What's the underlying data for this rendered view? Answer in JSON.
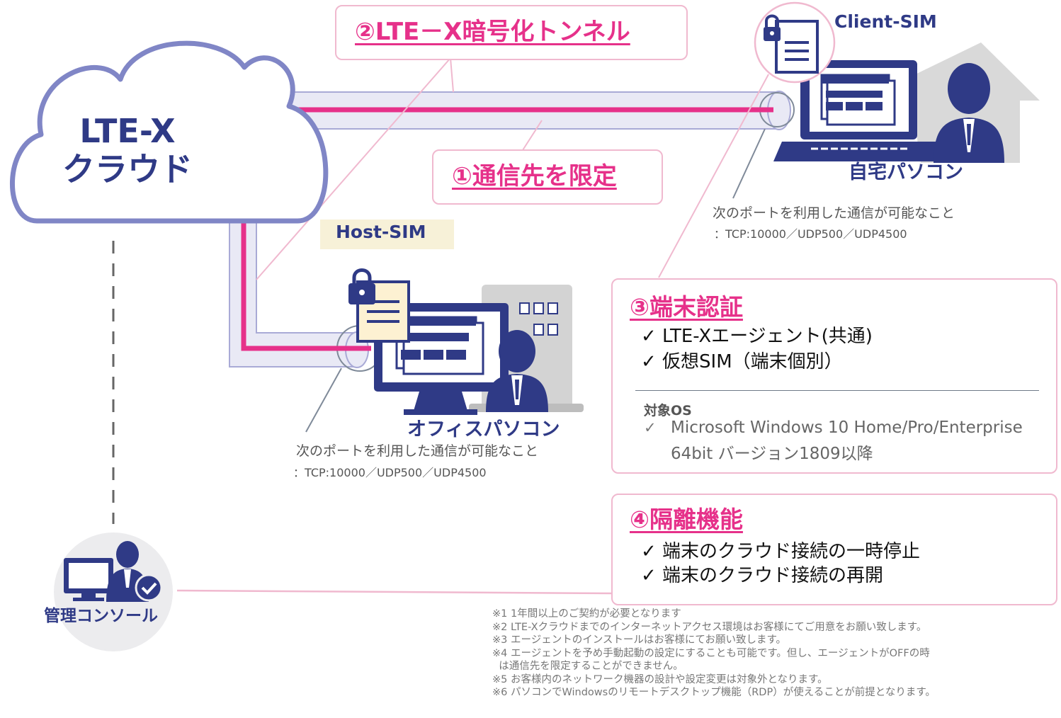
{
  "colors": {
    "navy": "#2f3a86",
    "pink": "#e6318a",
    "pink_border": "#f0b9cf",
    "tube_fill": "#e9e9f5",
    "tube_edge": "#a9aad6",
    "gray_building": "#d3d3d3",
    "highlight_bg": "#f7f1d8"
  },
  "cloud": {
    "line1": "LTE-X",
    "line2": "クラウド"
  },
  "callouts": {
    "tunnel": "②LTE－X暗号化トンネル",
    "restrict": "①通信先を限定"
  },
  "client": {
    "sim_label": "Client-SIM",
    "pc_label": "自宅パソコン",
    "port_note_line1": "次のポートを利用した通信が可能なこと",
    "port_note_line2": "：TCP:10000／UDP500／UDP4500"
  },
  "host": {
    "sim_label": "Host-SIM",
    "pc_label": "オフィスパソコン",
    "port_note_line1": "次のポートを利用した通信が可能なこと",
    "port_note_line2": "：TCP:10000／UDP500／UDP4500"
  },
  "auth_box": {
    "title": "③端末認証",
    "items": [
      "✓ LTE-Xエージェント(共通)",
      "✓ 仮想SIM（端末個別）"
    ],
    "os_title": "対象OS",
    "os_check": "✓",
    "os_line1": "Microsoft Windows 10 Home/Pro/Enterprise",
    "os_line2": "64bit バージョン1809以降"
  },
  "isolation_box": {
    "title": "④隔離機能",
    "items": [
      "✓ 端末のクラウド接続の一時停止",
      "✓ 端末のクラウド接続の再開"
    ]
  },
  "console": {
    "label": "管理コンソール"
  },
  "footnotes": [
    "※1 1年間以上のご契約が必要となります",
    "※2  LTE-Xクラウドまでのインターネットアクセス環境はお客様にてご用意をお願い致します。",
    "※3 エージェントのインストールはお客様にてお願い致します。",
    "※4 エージェントを予め手動起動の設定にすることも可能です。但し、エージェントがOFFの時",
    "  は通信先を限定することができません。",
    "※5 お客様内のネットワーク機器の設計や設定変更は対象外となります。",
    "※6 パソコンでWindowsのリモートデスクトップ機能（RDP）が使えることが前提となります。"
  ]
}
